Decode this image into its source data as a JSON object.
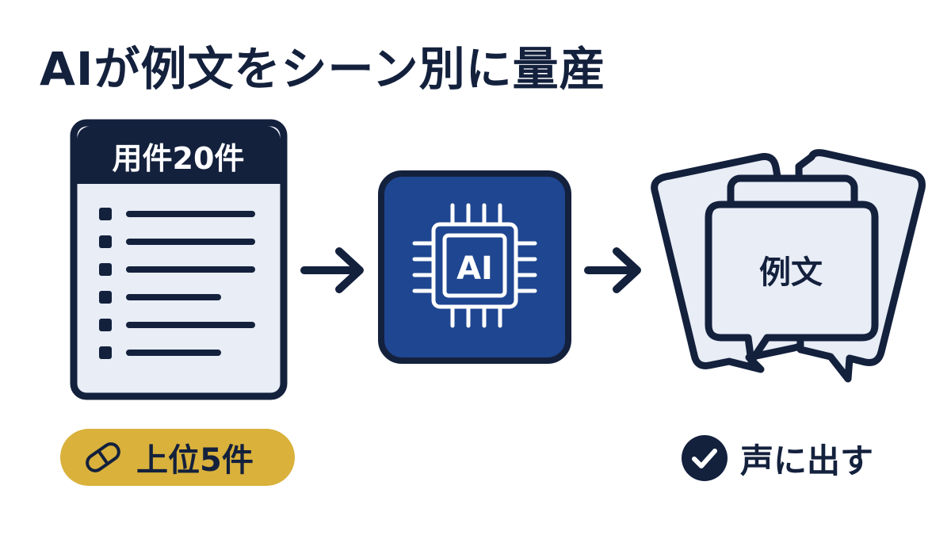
{
  "title": "AIが例文をシーン別に量産",
  "list_card": {
    "header": "用件20件",
    "item_count": 6
  },
  "ai_chip": {
    "label": "AI"
  },
  "output_cards": {
    "label": "例文"
  },
  "badges": {
    "top_label": "上位5件",
    "voice_label": "声に出す"
  },
  "icons": {
    "pill": "capsule-icon",
    "check": "check-circle-icon",
    "chip": "chip-icon",
    "arrow": "arrow-right-icon"
  },
  "colors": {
    "navy": "#14213d",
    "blue": "#1f4690",
    "light": "#e8edf6",
    "gold": "#d9b13b",
    "white": "#ffffff"
  }
}
